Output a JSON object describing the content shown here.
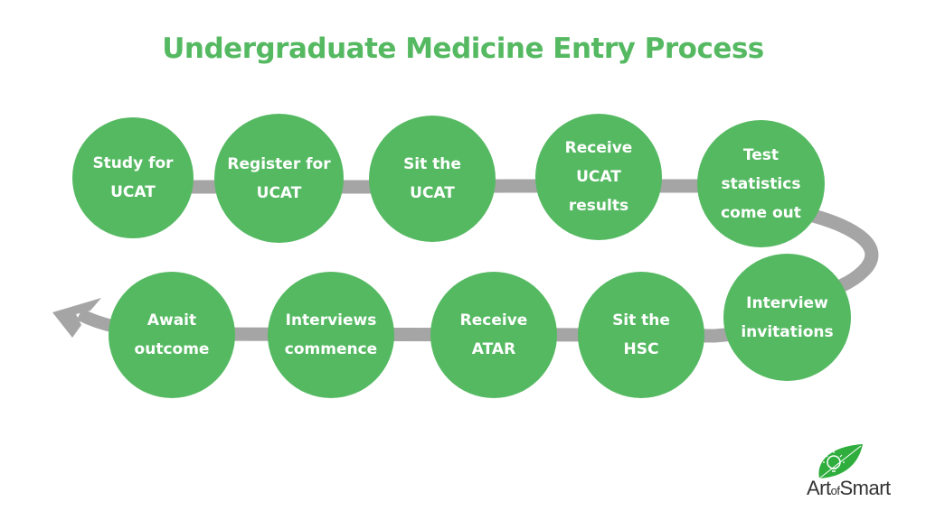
{
  "title": "Undergraduate Medicine Entry Process",
  "colors": {
    "title": "#55b962",
    "circle": "#55b962",
    "connector": "#a5a5a5",
    "circle_text": "#ffffff"
  },
  "steps": [
    {
      "order": 1,
      "label": "Study for\nUCAT"
    },
    {
      "order": 2,
      "label": "Register for\nUCAT"
    },
    {
      "order": 3,
      "label": "Sit the\nUCAT"
    },
    {
      "order": 4,
      "label": "Receive\nUCAT\nresults"
    },
    {
      "order": 5,
      "label": "Test\nstatistics\ncome out"
    },
    {
      "order": 6,
      "label": "Interview\ninvitations"
    },
    {
      "order": 7,
      "label": "Sit the\nHSC"
    },
    {
      "order": 8,
      "label": "Receive\nATAR"
    },
    {
      "order": 9,
      "label": "Interviews\ncommence"
    },
    {
      "order": 10,
      "label": "Await\noutcome"
    }
  ],
  "end_arrow": "arrow-left-icon",
  "logo": {
    "icon": "leaf-lightbulb-icon",
    "text_main_1": "Art",
    "text_small": "of",
    "text_main_2": "Smart"
  }
}
